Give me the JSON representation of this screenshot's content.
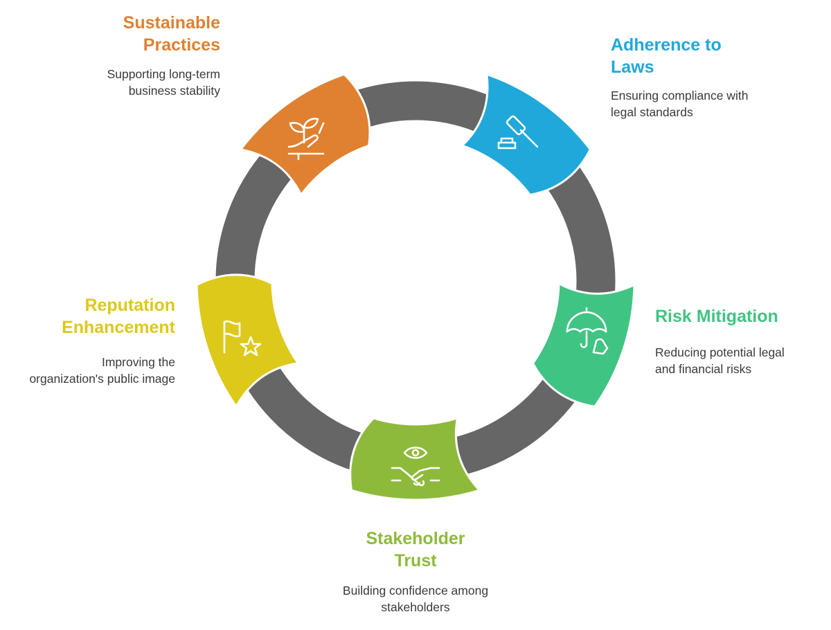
{
  "colors": {
    "ring": "#666666",
    "sustainable": "#DF8130",
    "adherence": "#20A8DA",
    "risk": "#40C483",
    "stakeholder": "#8EBA3C",
    "reputation": "#DDC91A"
  },
  "segments": [
    {
      "id": "sustainable",
      "title": "Sustainable Practices",
      "description": "Supporting long-term business stability",
      "icon": "plant-hand-icon",
      "color": "#DF8130"
    },
    {
      "id": "adherence",
      "title": "Adherence to Laws",
      "description": "Ensuring compliance with legal standards",
      "icon": "gavel-icon",
      "color": "#20A8DA"
    },
    {
      "id": "risk",
      "title": "Risk Mitigation",
      "description": "Reducing potential legal and financial risks",
      "icon": "umbrella-hand-icon",
      "color": "#40C483"
    },
    {
      "id": "stakeholder",
      "title": "Stakeholder Trust",
      "description": "Building confidence among stakeholders",
      "icon": "handshake-eye-icon",
      "color": "#8EBA3C"
    },
    {
      "id": "reputation",
      "title": "Reputation Enhancement",
      "description": "Improving the organization's public image",
      "icon": "flag-star-icon",
      "color": "#DDC91A"
    }
  ]
}
